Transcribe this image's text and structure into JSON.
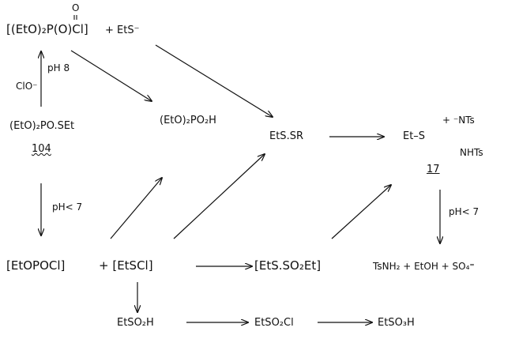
{
  "scheme": {
    "labels": {
      "phosphoryl_chloride": "[(EtO)₂P(O)Cl]",
      "p_oxo": "O",
      "ethanethiolate": "+ EtS⁻",
      "hypochlorite": "ClO⁻",
      "ph8": "pH 8",
      "thiophosphate": "(EtO)₂PO.SEt",
      "compound_104": "104",
      "diethyl_phosphate": "(EtO)₂PO₂H",
      "disulfide": "EtS.SR",
      "sulfilimine_top": "+ ⁻NTs",
      "sulfilimine_main": "Et–S",
      "sulfilimine_bottom": "NHTs",
      "compound_17": "17",
      "ph_lt7_left": "pH< 7",
      "ph_lt7_right": "pH< 7",
      "ethoxyphosphoryl": "[EtOPOCl]",
      "ethylsulfenyl": "+ [EtSCl]",
      "thiosulfonate": "[EtS.SO₂Et]",
      "products": "TsNH₂ + EtOH + SO₄⁼",
      "sulfinic_acid": "EtSO₂H",
      "sulfonyl_chloride": "EtSO₂Cl",
      "sulfonic_acid": "EtSO₃H"
    }
  }
}
